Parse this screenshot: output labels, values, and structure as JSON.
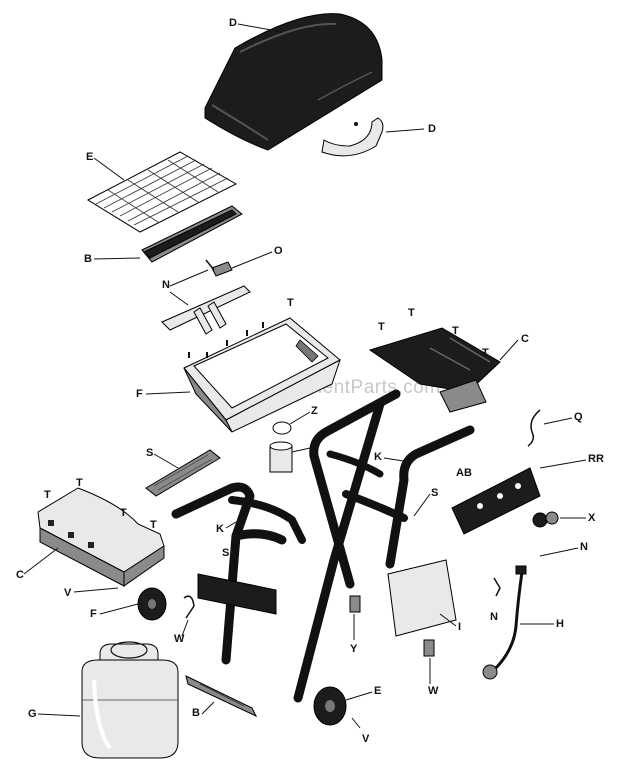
{
  "watermark": "eReplacementParts.com",
  "callouts": {
    "lid": "D",
    "handle": "D",
    "cooking_grate": "E",
    "warming_rack": "B",
    "burner_tube": "N",
    "igniter": "O",
    "firebox": "F",
    "firebox_screws": "T",
    "side_shelf_right": "C",
    "side_shelf_left": "C",
    "heat_shield": "S",
    "clip": "Z",
    "grease_cup": "Z",
    "front_brace": "K",
    "rear_frame": "K",
    "cross_brace": "S",
    "control_panel": "S",
    "ignitor_wire": "Q",
    "control_knob_label": "AB",
    "valve_label": "RR",
    "knob": "X",
    "hardware_bag": "N",
    "hose_clip": "N",
    "regulator_hose": "H",
    "wheel_left": "F",
    "wheel_right": "E",
    "axle_bolt": "V",
    "axle_nut": "V",
    "tank_retainer": "W",
    "tank": "G",
    "bottom_rail": "B",
    "leg_cap": "Y",
    "leg_cap_2": "W",
    "tank_plate": "I"
  }
}
